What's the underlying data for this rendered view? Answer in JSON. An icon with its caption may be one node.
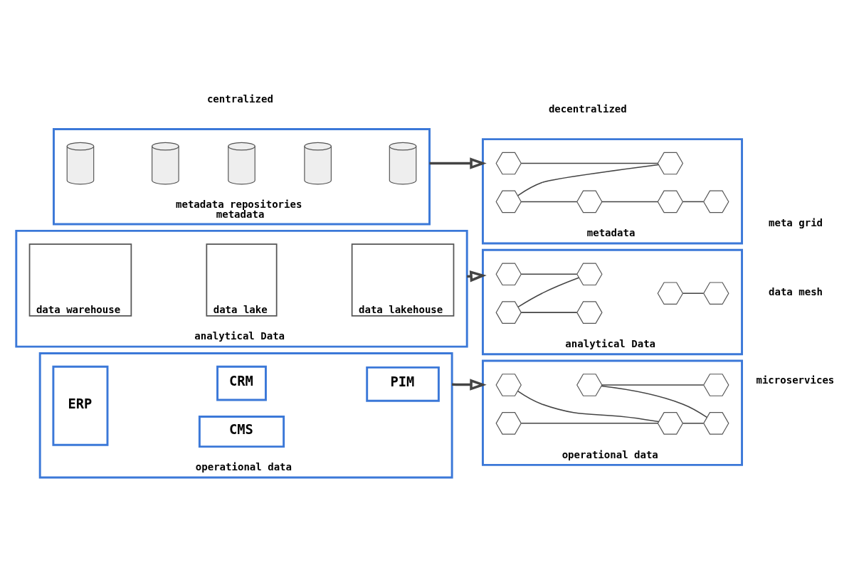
{
  "diagram": {
    "nodes": [
      {
        "text": [
          "metadata repositories",
          "metadata"
        ]
      },
      {
        "text": [],
        "shape": "cylinder",
        "in": 0
      },
      {
        "text": [],
        "shape": "cylinder",
        "in": 0
      },
      {
        "text": [],
        "shape": "cylinder",
        "in": 0
      },
      {
        "text": [],
        "shape": "cylinder",
        "in": 0
      },
      {
        "text": [],
        "shape": "cylinder",
        "in": 0
      },
      {
        "text": [
          "metadata"
        ]
      },
      {
        "text": [],
        "shape": "hexagon",
        "in": 6
      },
      {
        "text": [],
        "shape": "hexagon",
        "in": 6
      },
      {
        "text": [],
        "shape": "hexagon",
        "in": 6
      },
      {
        "text": [],
        "shape": "hexagon",
        "in": 6
      },
      {
        "text": [],
        "shape": "hexagon",
        "in": 6
      },
      {
        "text": [],
        "shape": "hexagon",
        "in": 6
      },
      {
        "text": [
          "analytical Data"
        ]
      },
      {
        "text": [
          "data warehouse"
        ],
        "in": 13
      },
      {
        "text": [
          "data lake"
        ],
        "in": 13
      },
      {
        "text": [
          "data lakehouse"
        ],
        "in": 13
      },
      {
        "text": [
          "analytical Data"
        ]
      },
      {
        "text": [],
        "shape": "hexagon",
        "in": 17
      },
      {
        "text": [],
        "shape": "hexagon",
        "in": 17
      },
      {
        "text": [],
        "shape": "hexagon",
        "in": 17
      },
      {
        "text": [],
        "shape": "hexagon",
        "in": 17
      },
      {
        "text": [],
        "shape": "hexagon",
        "in": 17
      },
      {
        "text": [],
        "shape": "hexagon",
        "in": 17
      },
      {
        "text": [
          "operational data"
        ]
      },
      {
        "text": [
          "ERP"
        ],
        "in": 24
      },
      {
        "text": [
          "CRM"
        ],
        "in": 24
      },
      {
        "text": [
          "PIM"
        ],
        "in": 24
      },
      {
        "text": [
          "CMS"
        ],
        "in": 24
      },
      {
        "text": [
          "operational data"
        ]
      },
      {
        "text": [],
        "shape": "hexagon",
        "in": 29
      },
      {
        "text": [],
        "shape": "hexagon",
        "in": 29
      },
      {
        "text": [],
        "shape": "hexagon",
        "in": 29
      },
      {
        "text": [],
        "shape": "hexagon",
        "in": 29
      },
      {
        "text": [],
        "shape": "hexagon",
        "in": 29
      },
      {
        "text": [],
        "shape": "hexagon",
        "in": 29
      }
    ],
    "edges": [
      {
        "from": 0,
        "to": 6,
        "arrow": "to",
        "style": "thick"
      },
      {
        "from": 7,
        "to": 11,
        "arrow": "none"
      },
      {
        "from": 8,
        "to": 11,
        "arrow": "none"
      },
      {
        "from": 8,
        "to": 9,
        "arrow": "none"
      },
      {
        "from": 9,
        "to": 10,
        "arrow": "none"
      },
      {
        "from": 10,
        "to": 12,
        "arrow": "none"
      },
      {
        "from": 13,
        "to": 17,
        "arrow": "to",
        "style": "thick"
      },
      {
        "from": 18,
        "to": 21,
        "arrow": "none"
      },
      {
        "from": 19,
        "to": 21,
        "arrow": "none"
      },
      {
        "from": 19,
        "to": 20,
        "arrow": "none"
      },
      {
        "from": 22,
        "to": 23,
        "arrow": "none"
      },
      {
        "from": 24,
        "to": 29,
        "arrow": "to",
        "style": "thick"
      },
      {
        "from": 30,
        "to": 33,
        "arrow": "none"
      },
      {
        "from": 31,
        "to": 33,
        "arrow": "none"
      },
      {
        "from": 32,
        "to": 34,
        "arrow": "none"
      },
      {
        "from": 32,
        "to": 35,
        "arrow": "none"
      },
      {
        "from": 33,
        "to": 35,
        "arrow": "none"
      }
    ],
    "labels": [
      "centralized",
      "decentralized",
      "meta grid",
      "data mesh",
      "microservices"
    ]
  }
}
